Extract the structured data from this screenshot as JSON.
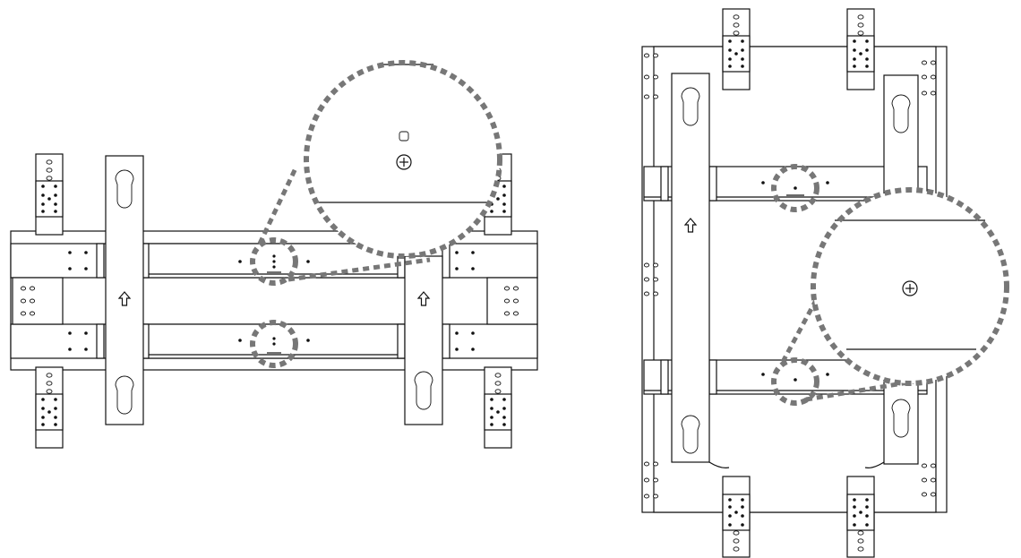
{
  "diagram": {
    "figures": [
      {
        "id": "horizontal-mount",
        "orientation": "landscape"
      },
      {
        "id": "vertical-mount",
        "orientation": "portrait"
      }
    ],
    "icons": {
      "center_screw": "plus-in-circle",
      "slot_keyhole": "keyhole-slot",
      "direction": "up-arrow",
      "square_marker": "small-square"
    },
    "colors": {
      "line": "#111111",
      "callout": "#777777",
      "background": "#ffffff"
    }
  }
}
